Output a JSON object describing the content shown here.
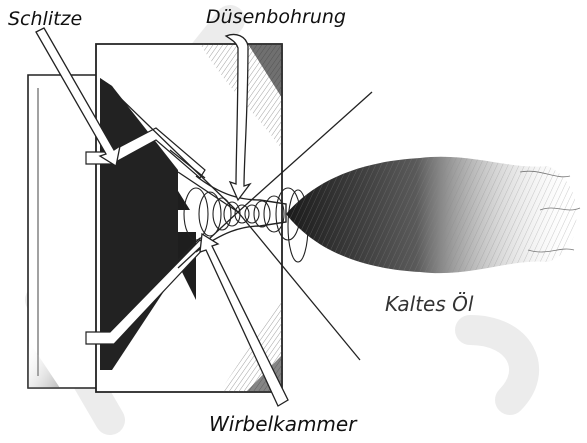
{
  "labels": {
    "slots": "Schlitze",
    "nozzle_bore": "Düsenbohrung",
    "cold_oil": "Kaltes Öl",
    "swirl_chamber": "Wirbelkammer"
  }
}
